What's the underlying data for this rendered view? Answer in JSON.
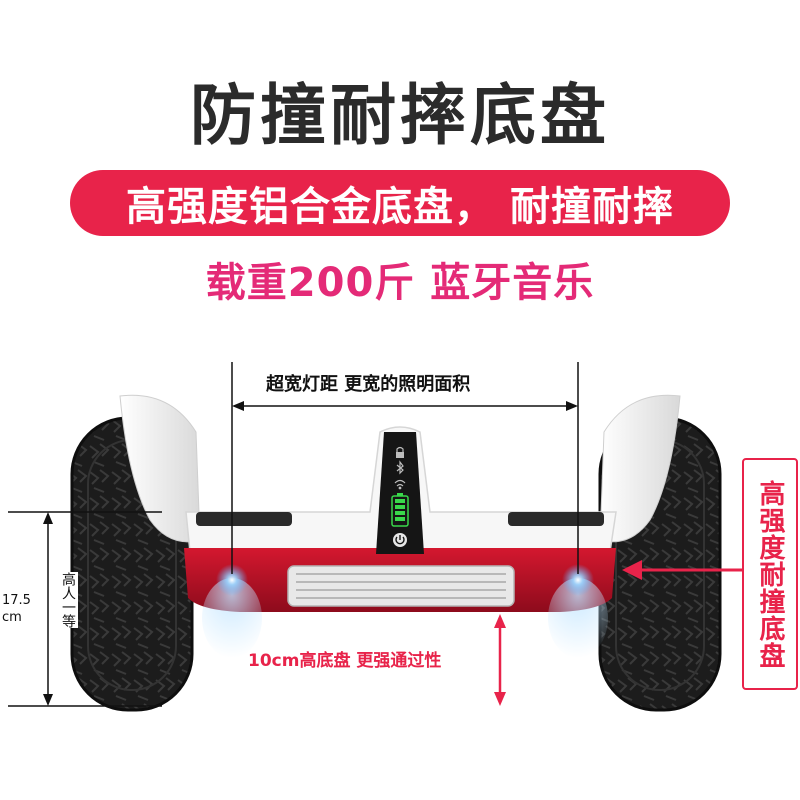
{
  "title": "防撞耐摔底盘",
  "banner_text": "高强度铝合金底盘， 耐撞耐摔",
  "features_line": "载重200斤 蓝牙音乐",
  "light_span_label": "超宽灯距 更宽的照明面积",
  "side_label": "高强度耐撞底盘",
  "height_value": "17.5",
  "height_unit": "cm",
  "person_height_label": "高人一等",
  "clearance_label": "10cm高底盘 更强通过性",
  "colors": {
    "accent_red": "#e8234a",
    "text_pink": "#e42a77",
    "title_gray": "#2b2b2b",
    "body_white": "#f7f7f7",
    "frame_red": "#c2122b",
    "tire_black": "#1c1c1c",
    "panel_black": "#151515",
    "battery_green": "#39d84b"
  },
  "icons": [
    "lock-icon",
    "bluetooth-icon",
    "wifi-icon",
    "battery-icon",
    "power-icon"
  ]
}
